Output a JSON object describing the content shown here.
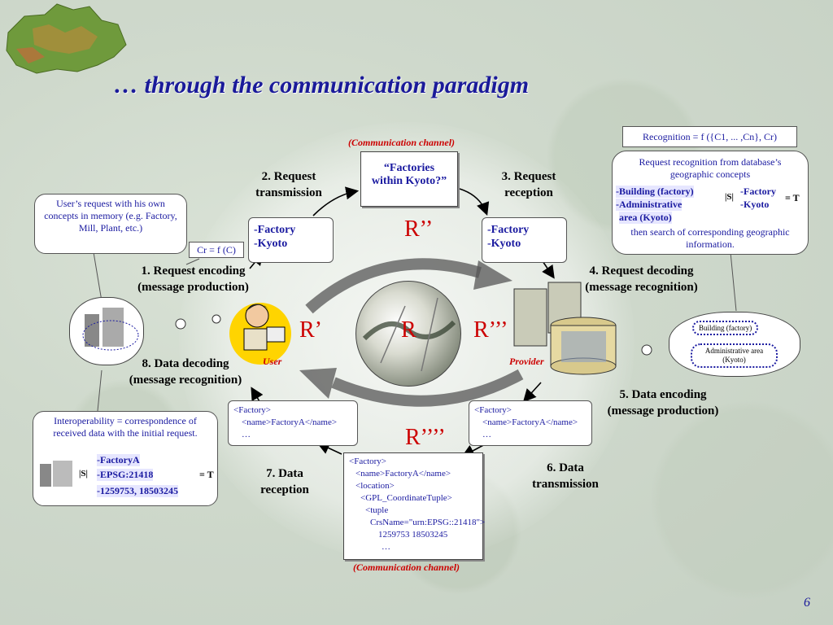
{
  "title": "… through the communication paradigm",
  "page_number": "6",
  "channel_top": "(Communication channel)",
  "channel_bottom": "(Communication channel)",
  "message": "“Factories within Kyoto?”",
  "recognition_formula": "Recognition = f ({C1, ... ,Cn}, Cr)",
  "cr_formula": "Cr = f (C)",
  "r_labels": {
    "r": "R",
    "r1": "R’",
    "r2": "R’’",
    "r3": "R’’’",
    "r4": "R’’’’"
  },
  "steps": {
    "s1": "1. Request encoding (message production)",
    "s2": "2. Request transmission",
    "s3": "3. Request reception",
    "s4": "4. Request decoding (message recognition)",
    "s5": "5. Data encoding (message production)",
    "s6": "6. Data transmission",
    "s7": "7. Data reception",
    "s8": "8. Data decoding (message recognition)"
  },
  "user_label": "User",
  "provider_label": "Provider",
  "user_concept_box": "User’s request with his own concepts in memory (e.g. Factory, Mill, Plant, etc.)",
  "request_left": {
    "line1": "-Factory",
    "line2": "-Kyoto"
  },
  "request_right": {
    "line1": "-Factory",
    "line2": "-Kyoto"
  },
  "recognition_box": {
    "intro": "Request recognition from database’s geographic concepts",
    "concept1": "-Building (factory)",
    "concept2": "-Administrative",
    "concept3": "area (Kyoto)",
    "op": "|S|",
    "match1": "-Factory",
    "match2": "-Kyoto",
    "result": "= T",
    "outro": "then search of corresponding geographic information."
  },
  "provider_cloud": {
    "c1": "Building (factory)",
    "c2": "Administrative area (Kyoto)"
  },
  "xml_left": {
    "l1": "<Factory>",
    "l2": "<name>FactoryA</name>",
    "l3": "…"
  },
  "xml_right": {
    "l1": "<Factory>",
    "l2": "<name>FactoryA</name>",
    "l3": "…"
  },
  "xml_bottom": {
    "l1": "<Factory>",
    "l2": "<name>FactoryA</name>",
    "l3": "<location>",
    "l4": "<GPL_CoordinateTuple>",
    "l5": "<tuple",
    "l6": "CrsName=\"urn:EPSG::21418\">",
    "l7": "1259753 18503245",
    "l8": "…"
  },
  "interop_box": {
    "intro": "Interoperability = correspondence of received data with the initial request.",
    "d1": "-FactoryA",
    "d2": "-EPSG:21418",
    "d3": "-1259753, 18503245",
    "op": "|S|",
    "result": "= T"
  },
  "colors": {
    "title": "#1a1a9a",
    "red": "#cc0000",
    "blue": "#1a1aa0"
  }
}
